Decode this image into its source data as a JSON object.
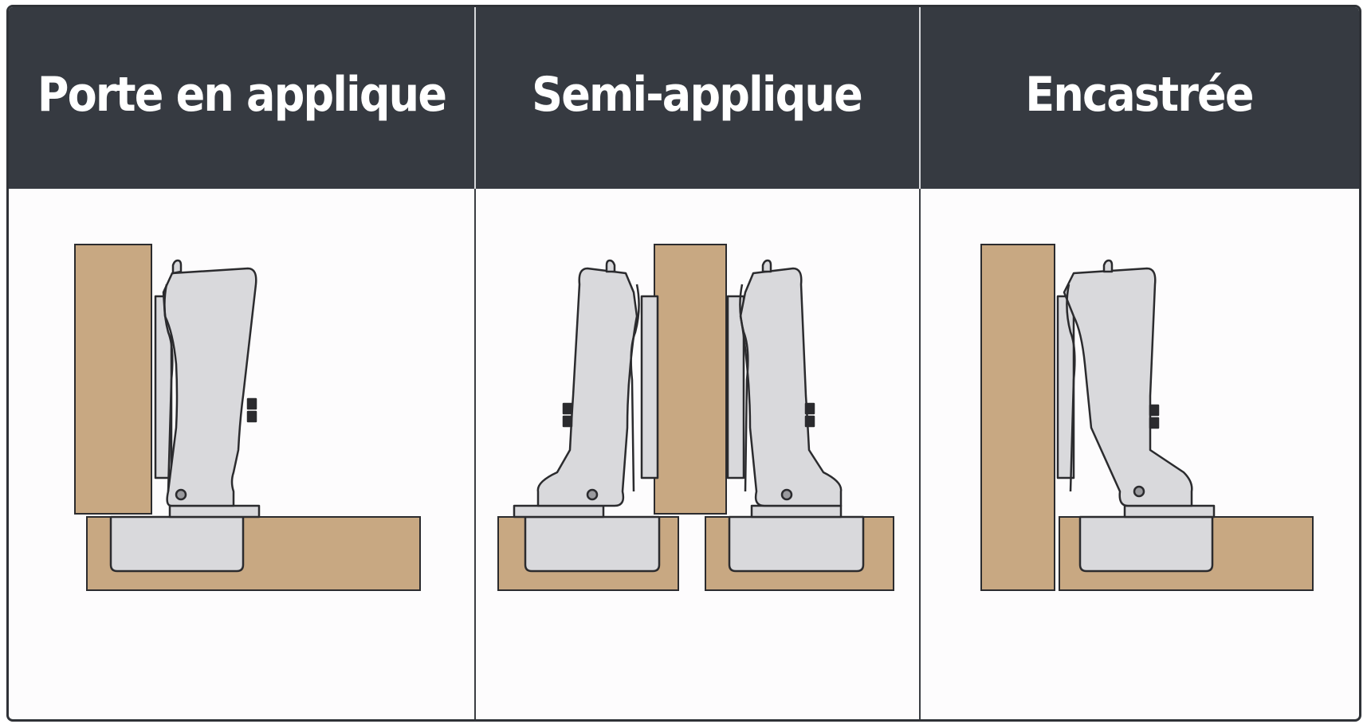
{
  "panels": [
    {
      "title": "Porte en applique"
    },
    {
      "title": "Semi-applique"
    },
    {
      "title": "Encastrée"
    }
  ],
  "colors": {
    "header_bg": "#363a41",
    "wood": "#c8a882",
    "metal": "#d9d9dc",
    "outline": "#2b2b2e",
    "panel_bg": "#fdfcfd"
  },
  "icons": {
    "hinge": "concealed-cabinet-hinge-icon",
    "door": "door-panel-icon",
    "cabinet": "cabinet-side-panel-icon"
  }
}
